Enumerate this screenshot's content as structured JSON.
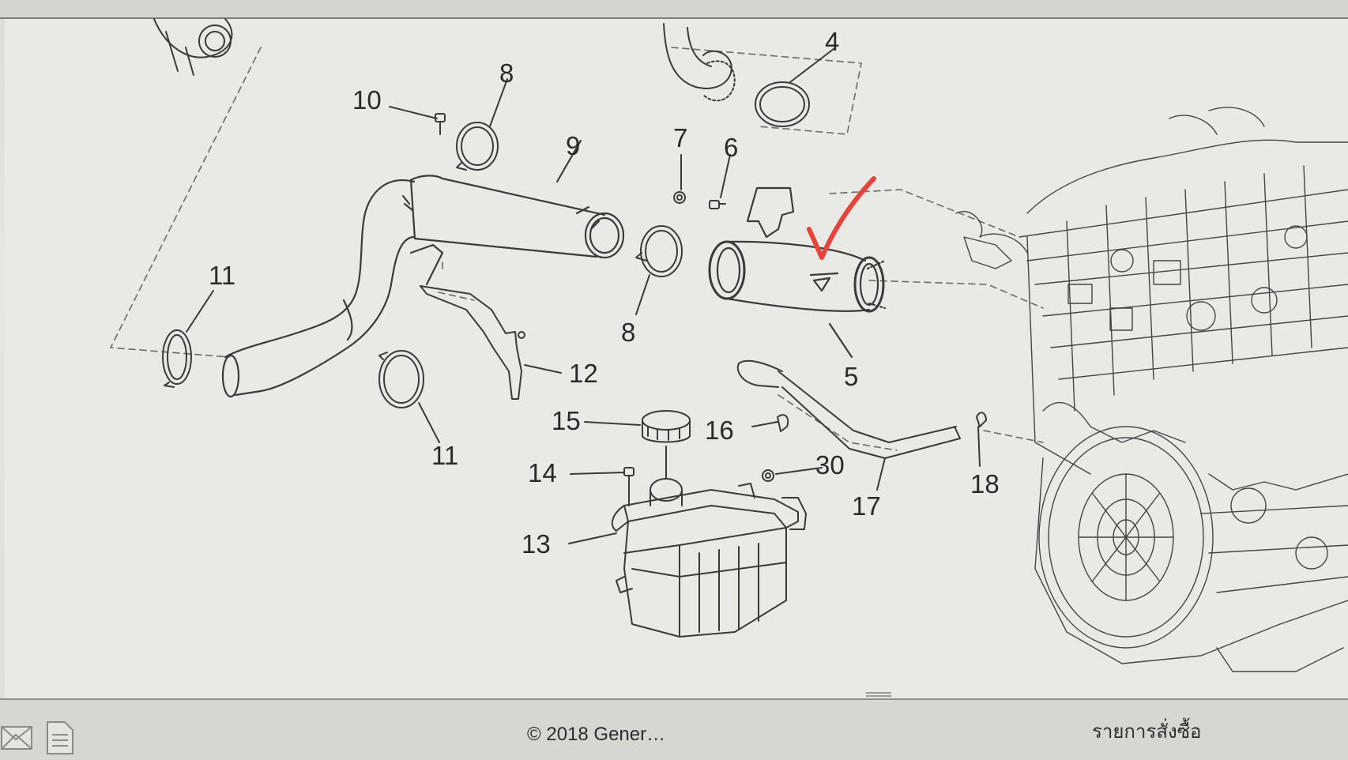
{
  "diagram": {
    "callouts": [
      {
        "id": "c4",
        "text": "4"
      },
      {
        "id": "c8a",
        "text": "8"
      },
      {
        "id": "c10",
        "text": "10"
      },
      {
        "id": "c9",
        "text": "9"
      },
      {
        "id": "c7",
        "text": "7"
      },
      {
        "id": "c6",
        "text": "6"
      },
      {
        "id": "c11a",
        "text": "11"
      },
      {
        "id": "c8b",
        "text": "8"
      },
      {
        "id": "c12",
        "text": "12"
      },
      {
        "id": "c5",
        "text": "5"
      },
      {
        "id": "c11b",
        "text": "11"
      },
      {
        "id": "c15",
        "text": "15"
      },
      {
        "id": "c16",
        "text": "16"
      },
      {
        "id": "c14",
        "text": "14"
      },
      {
        "id": "c30",
        "text": "30"
      },
      {
        "id": "c17",
        "text": "17"
      },
      {
        "id": "c18",
        "text": "18"
      },
      {
        "id": "c13",
        "text": "13"
      }
    ],
    "marker_color": "#e8433a",
    "line_color": "#3a3a3a"
  },
  "footer": {
    "copyright": "© 2018 Gener…",
    "order_link": "รายการสั่งซื้อ",
    "icons": [
      "mail-icon",
      "document-icon"
    ]
  }
}
